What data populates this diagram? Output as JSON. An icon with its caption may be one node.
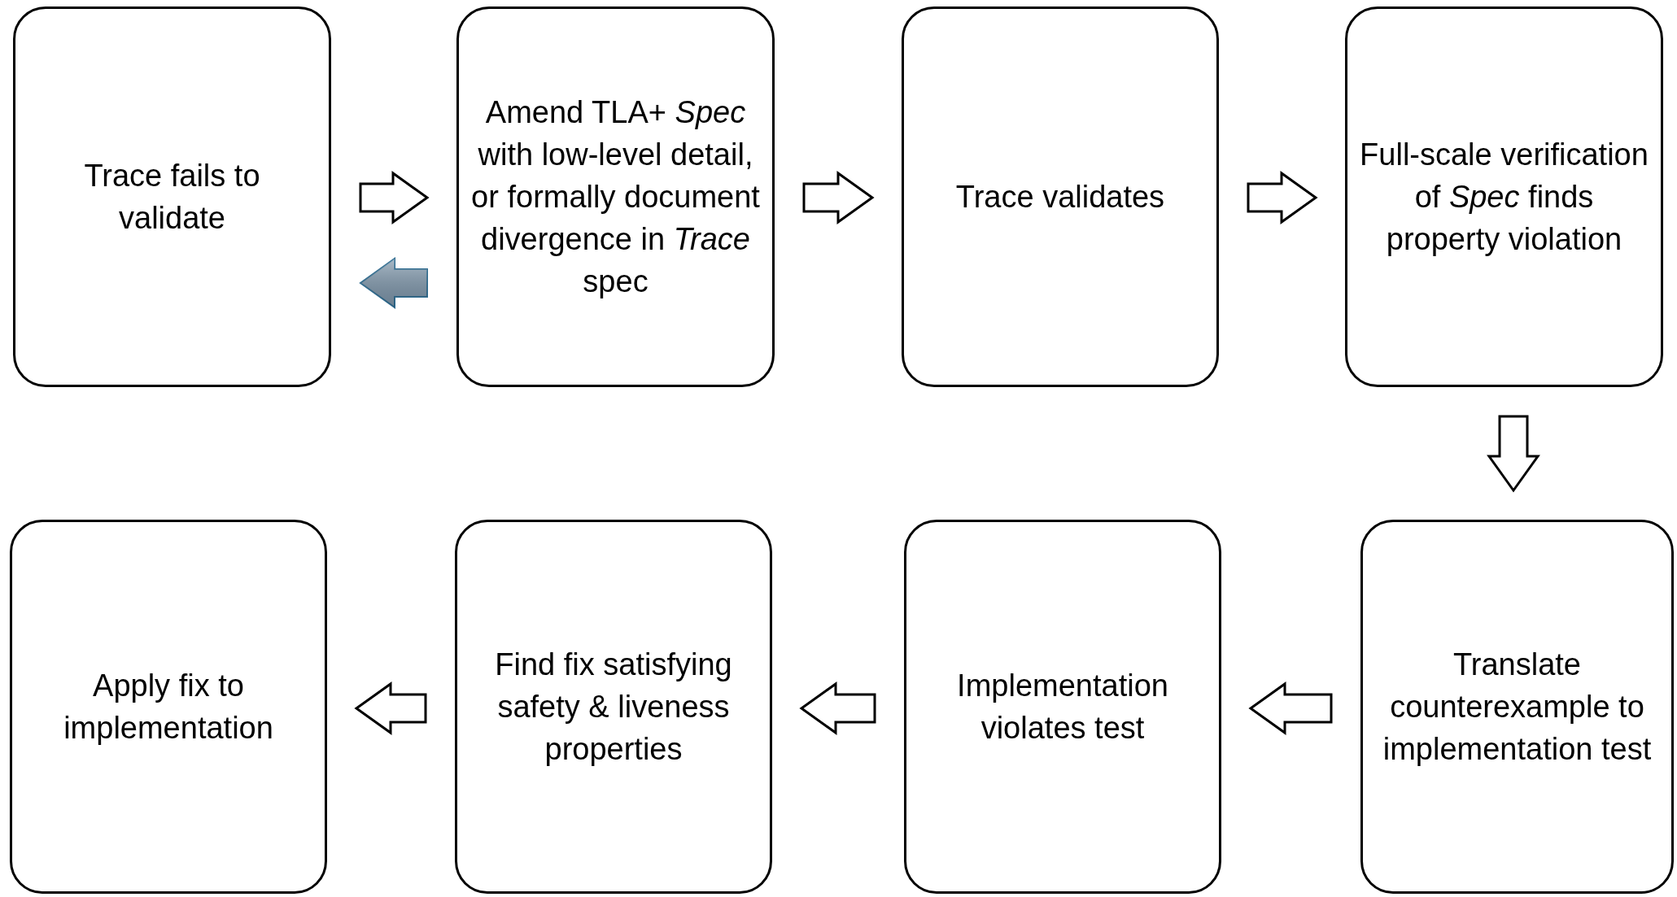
{
  "diagram": {
    "nodes": [
      {
        "text": [
          "Trace fails to validate"
        ]
      },
      {
        "text": [
          "Amend TLA+ *Spec* with low-level detail, or formally document divergence in *Trace* spec"
        ]
      },
      {
        "text": [
          "Trace validates"
        ]
      },
      {
        "text": [
          "Full-scale verification of *Spec* finds property violation"
        ]
      },
      {
        "text": [
          "Translate counterexample to implementation test"
        ]
      },
      {
        "text": [
          "Implementation violates test"
        ]
      },
      {
        "text": [
          "Find fix satisfying safety & liveness properties"
        ]
      },
      {
        "text": [
          "Apply fix to implementation"
        ]
      }
    ],
    "edges": [
      {
        "from": 0,
        "to": 1,
        "arrow": "to"
      },
      {
        "from": 1,
        "to": 0,
        "arrow": "to",
        "color": "#7f98ad"
      },
      {
        "from": 1,
        "to": 2,
        "arrow": "to"
      },
      {
        "from": 2,
        "to": 3,
        "arrow": "to"
      },
      {
        "from": 3,
        "to": 4,
        "arrow": "to"
      },
      {
        "from": 4,
        "to": 5,
        "arrow": "to"
      },
      {
        "from": 5,
        "to": 6,
        "arrow": "to"
      },
      {
        "from": 6,
        "to": 7,
        "arrow": "to"
      }
    ]
  }
}
